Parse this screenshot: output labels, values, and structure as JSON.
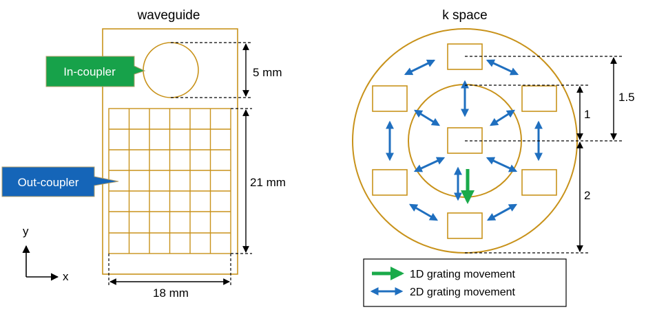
{
  "left_panel": {
    "title": "waveguide",
    "in_coupler_label": "In-coupler",
    "out_coupler_label": "Out-coupler",
    "dim_in_coupler": "5 mm",
    "dim_out_coupler_height": "21 mm",
    "dim_out_coupler_width": "18 mm",
    "axis_y": "y",
    "axis_x": "x"
  },
  "right_panel": {
    "title": "k space",
    "dim_inner": "1",
    "dim_mid": "1.5",
    "dim_outer": "2"
  },
  "legend": {
    "items": [
      {
        "label": "1D grating movement",
        "color": "#1aaa4a"
      },
      {
        "label": "2D grating movement",
        "color": "#1f6fbf"
      }
    ]
  },
  "colors": {
    "gold": "#c8921a",
    "green_callout": "#17a24a",
    "blue_callout": "#1565b8",
    "arrow_blue": "#1f6fbf",
    "arrow_green": "#1aaa4a"
  }
}
